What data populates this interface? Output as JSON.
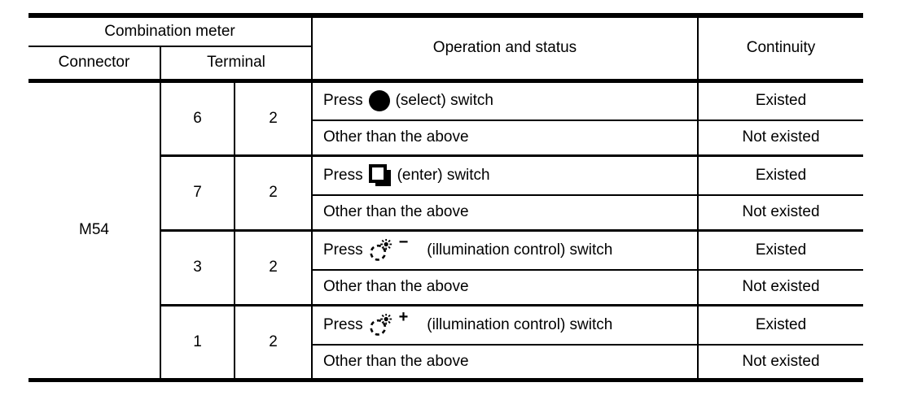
{
  "page": {
    "background": "#ffffff",
    "line_color": "#000000"
  },
  "table": {
    "header": {
      "combination_meter": "Combination meter",
      "connector": "Connector",
      "terminal": "Terminal",
      "operation_and_status": "Operation and status",
      "continuity": "Continuity"
    },
    "connector_value": "M54",
    "other_label": "Other than the above",
    "icons": {
      "select": "select-switch-icon (filled circle)",
      "enter": "enter-switch-icon (square with shadow)",
      "illumination": "illumination-control-icon (dial with sun rays)"
    },
    "groups": [
      {
        "terminal_a": "6",
        "terminal_b": "2",
        "press_prefix": "Press",
        "icon": "select-switch-icon",
        "icon_sign": "",
        "press_suffix": "(select) switch",
        "press_continuity": "Existed",
        "other_continuity": "Not existed"
      },
      {
        "terminal_a": "7",
        "terminal_b": "2",
        "press_prefix": "Press",
        "icon": "enter-switch-icon",
        "icon_sign": "",
        "press_suffix": "(enter) switch",
        "press_continuity": "Existed",
        "other_continuity": "Not existed"
      },
      {
        "terminal_a": "3",
        "terminal_b": "2",
        "press_prefix": "Press",
        "icon": "illumination-control-icon",
        "icon_sign": "−",
        "press_suffix": "(illumination control) switch",
        "press_continuity": "Existed",
        "other_continuity": "Not existed"
      },
      {
        "terminal_a": "1",
        "terminal_b": "2",
        "press_prefix": "Press",
        "icon": "illumination-control-icon",
        "icon_sign": "+",
        "press_suffix": "(illumination control) switch",
        "press_continuity": "Existed",
        "other_continuity": "Not existed"
      }
    ]
  }
}
